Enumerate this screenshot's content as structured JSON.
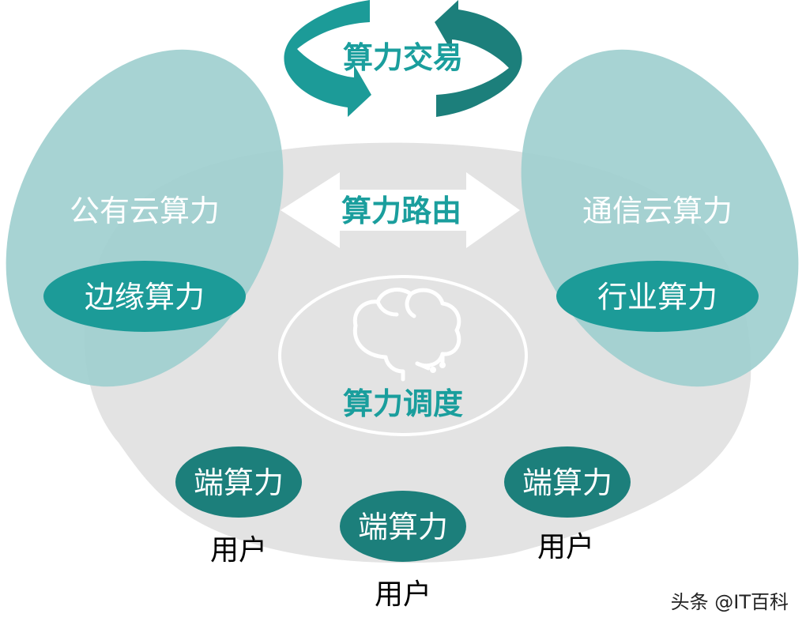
{
  "colors": {
    "teal_dark": "#1c7f7b",
    "teal_mid": "#1c9b98",
    "teal_light": "#9fcfcf",
    "gray_bg": "#e3e3e3"
  },
  "trade": {
    "label": "算力交易"
  },
  "public_cloud": {
    "label": "公有云算力"
  },
  "telecom_cloud": {
    "label": "通信云算力"
  },
  "routing": {
    "label": "算力路由"
  },
  "edge": {
    "label": "边缘算力"
  },
  "industry": {
    "label": "行业算力"
  },
  "scheduling": {
    "label": "算力调度",
    "icon": "brain-icon"
  },
  "terminals": [
    {
      "label": "端算力",
      "user": "用户"
    },
    {
      "label": "端算力",
      "user": "用户"
    },
    {
      "label": "端算力",
      "user": "用户"
    }
  ],
  "watermark": "头条 @IT百科"
}
